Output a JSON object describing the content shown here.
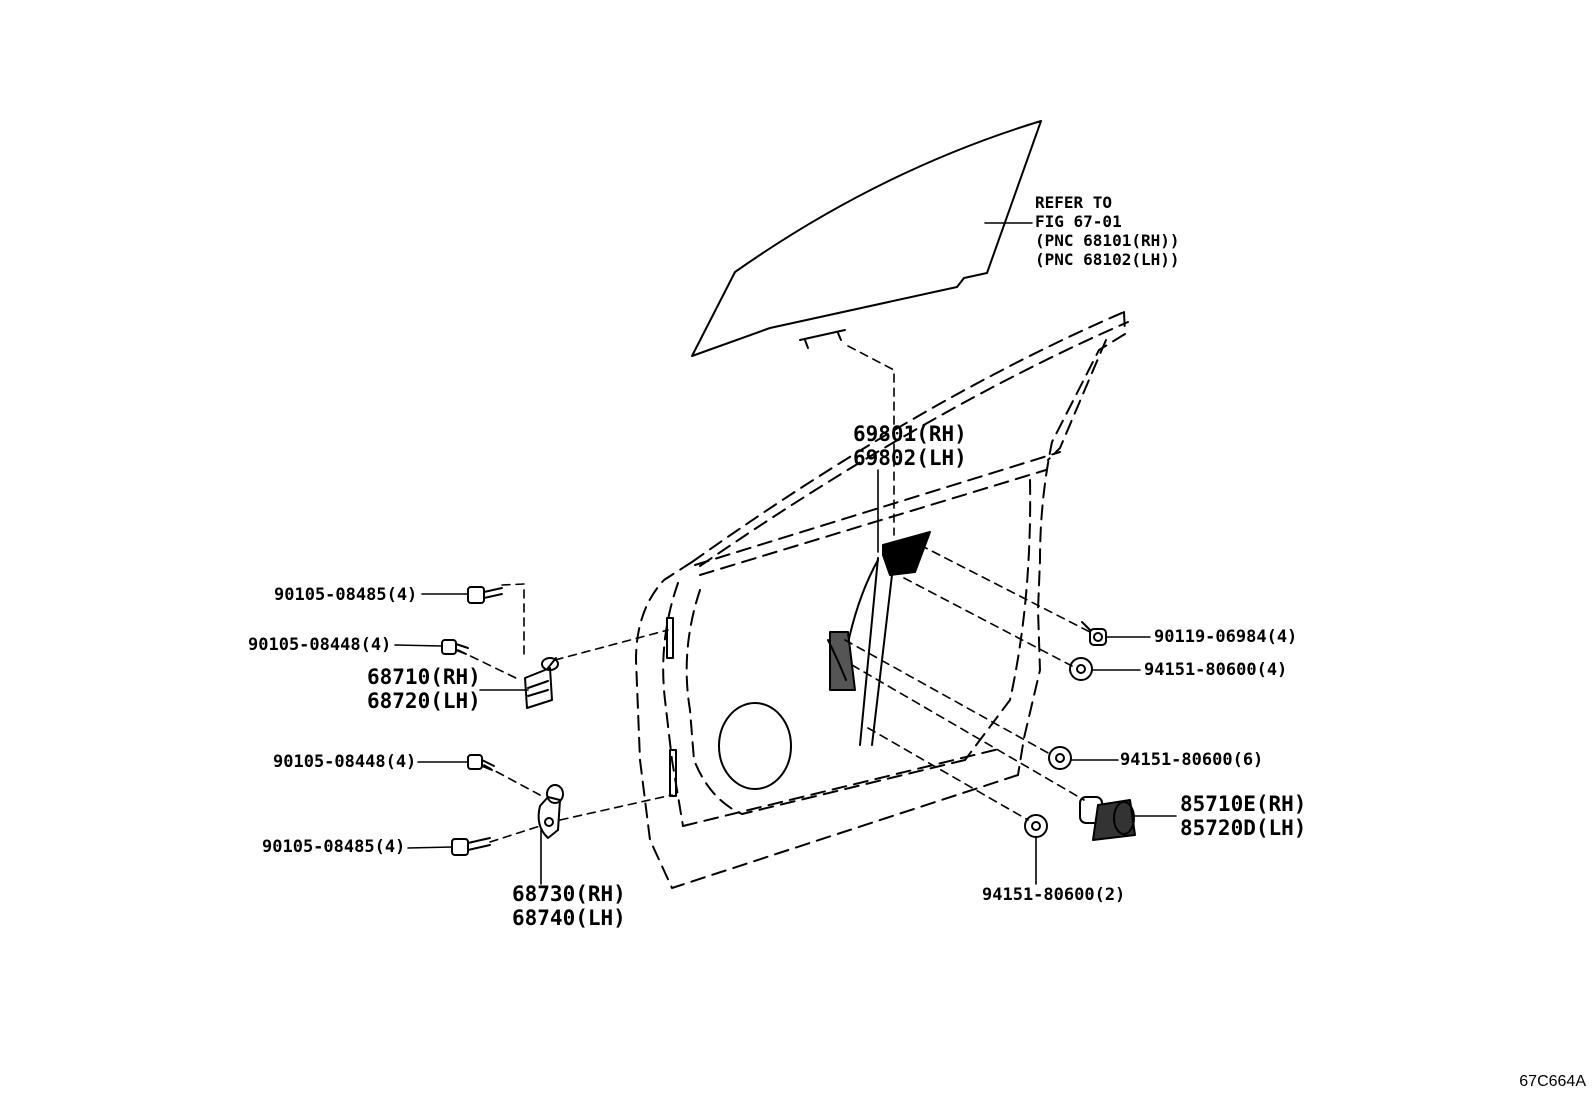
{
  "glass_reference": {
    "line1": "REFER TO",
    "line2": "FIG 67-01",
    "line3": "(PNC 68101(RH))",
    "line4": "(PNC 68102(LH))"
  },
  "parts": {
    "regulator_rh": "69801(RH)",
    "regulator_lh": "69802(LH)",
    "bolt_upper_hinge_a": "90105-08485(4)",
    "bolt_upper_hinge_b": "90105-08448(4)",
    "upper_hinge_rh": "68710(RH)",
    "upper_hinge_lh": "68720(LH)",
    "bolt_lower_hinge_a": "90105-08448(4)",
    "bolt_lower_hinge_b": "90105-08485(4)",
    "lower_hinge_rh": "68730(RH)",
    "lower_hinge_lh": "68740(LH)",
    "bolt_regulator": "90119-06984(4)",
    "nut_regulator_upper": "94151-80600(4)",
    "nut_regulator_middle": "94151-80600(6)",
    "nut_regulator_lower": "94151-80600(2)",
    "motor_rh": "85710E(RH)",
    "motor_lh": "85720D(LH)"
  },
  "figure_code": "67C664A"
}
